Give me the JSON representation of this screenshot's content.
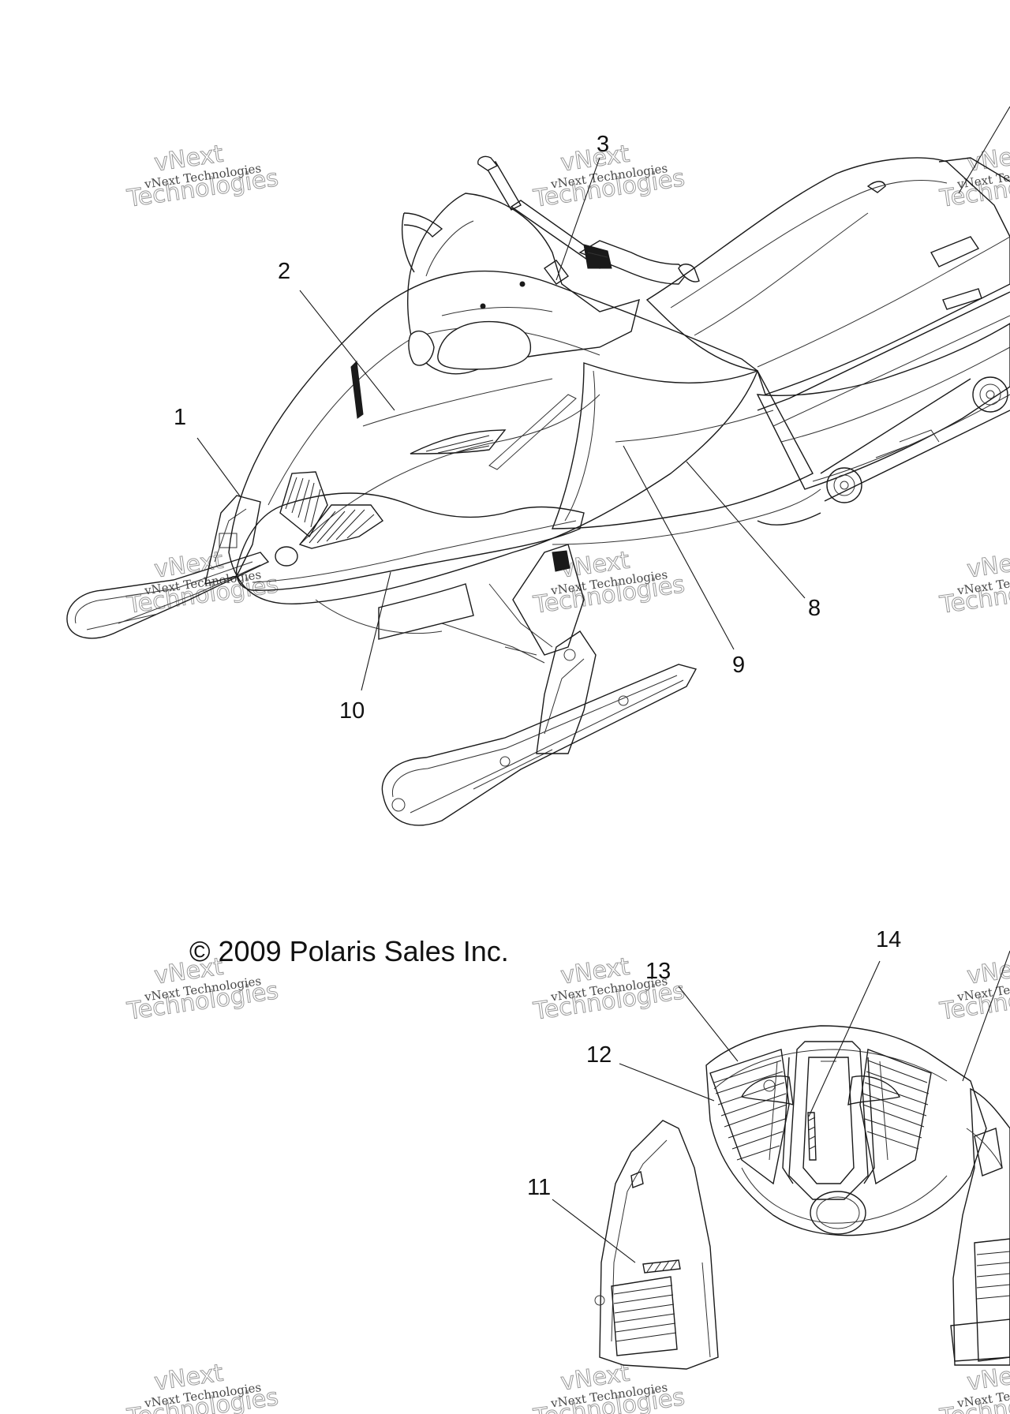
{
  "copyright": "© 2009 Polaris Sales Inc.",
  "watermark": {
    "small": "vNext Technologies",
    "big_top": "vNext",
    "big_bottom": "Technologies"
  },
  "callouts": {
    "c1": "1",
    "c2": "2",
    "c3": "3",
    "c8": "8",
    "c9": "9",
    "c10": "10",
    "c11": "11",
    "c12": "12",
    "c13": "13",
    "c14": "14"
  },
  "colors": {
    "ink": "#1a1a1a",
    "watermark": "#9a9a9a",
    "background": "#ffffff"
  }
}
